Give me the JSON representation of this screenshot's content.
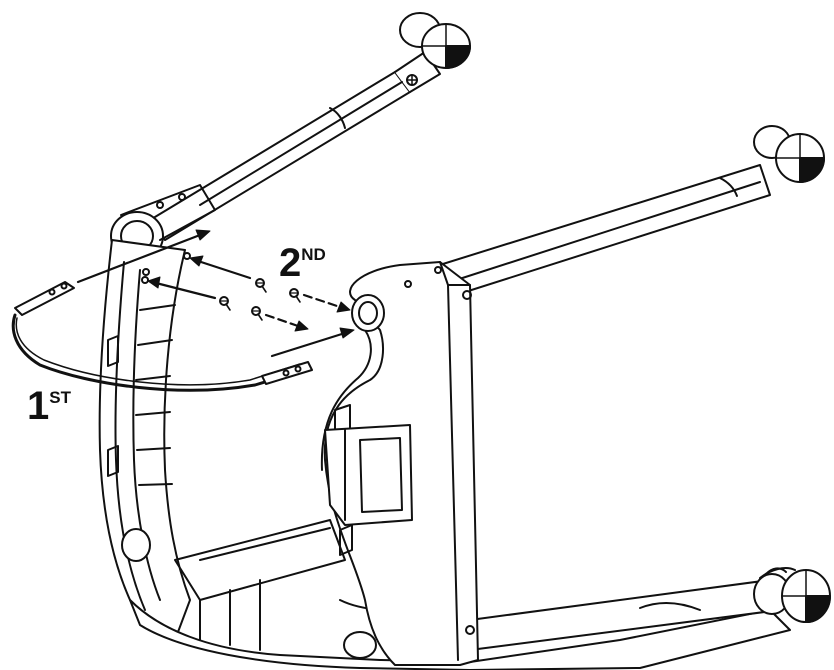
{
  "steps": {
    "second": {
      "number": "2",
      "suffix": "ND"
    },
    "first": {
      "number": "1",
      "suffix": "ST"
    }
  },
  "colors": {
    "line": "#111111",
    "background": "#ffffff"
  }
}
